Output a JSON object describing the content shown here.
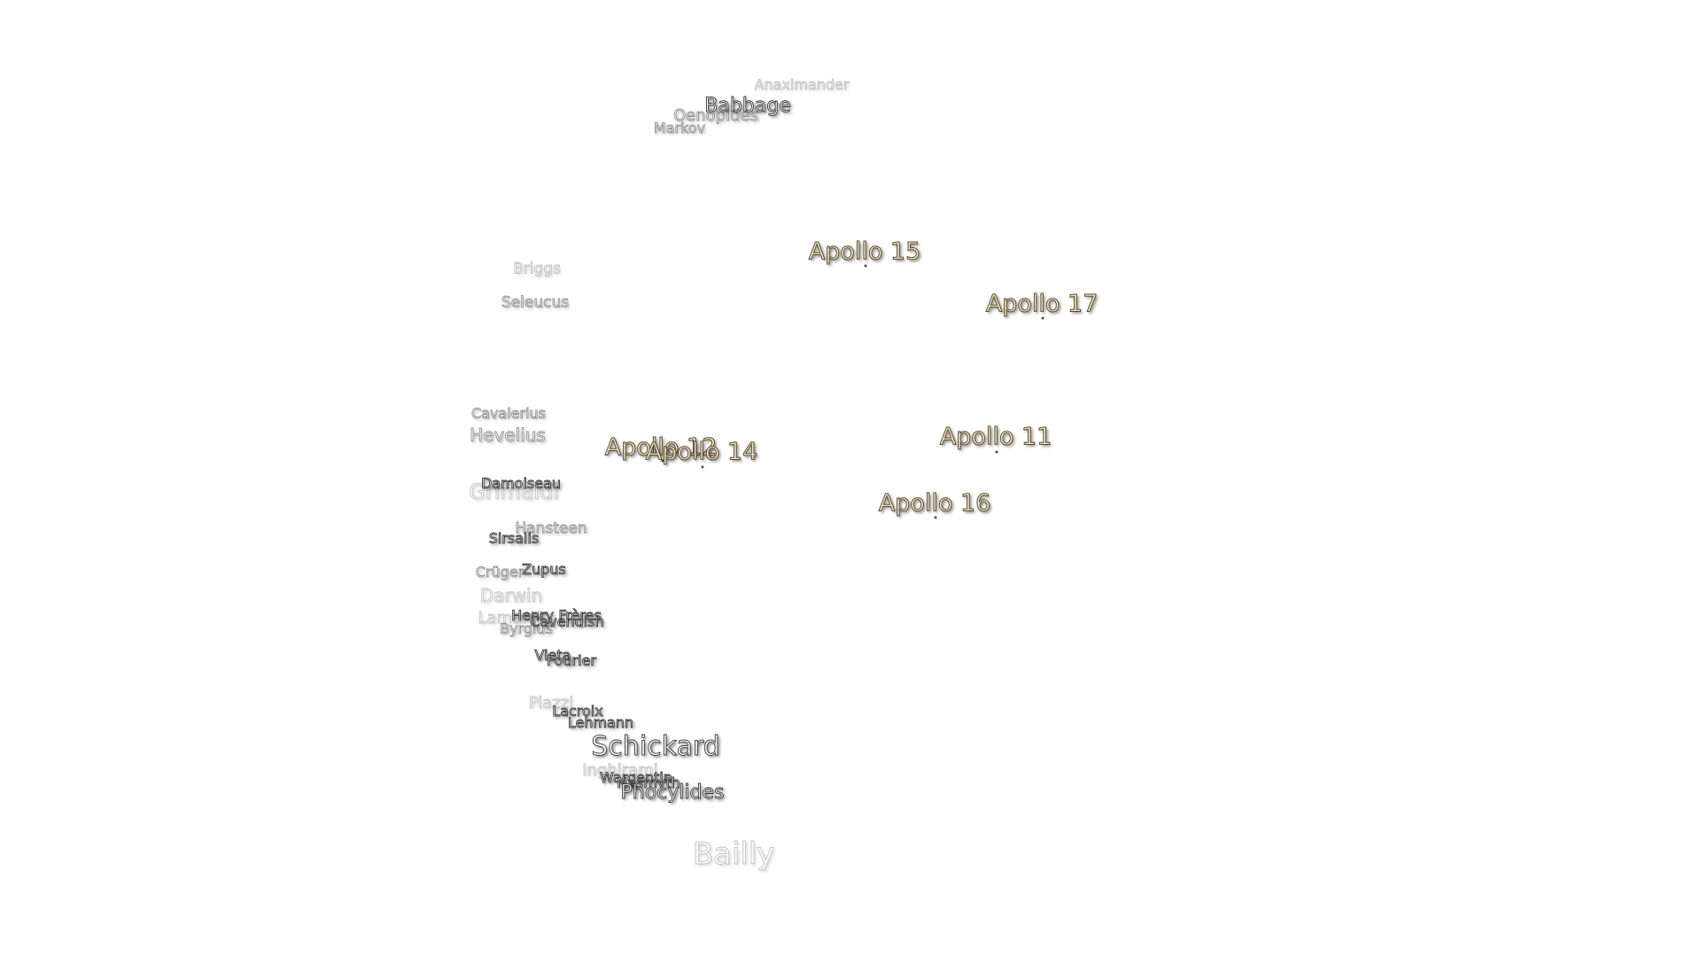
{
  "apollo_sites": [
    "Apollo 15",
    "Apollo 17",
    "Apollo 11",
    "Apollo 16",
    "Apollo 12",
    "Apollo 14"
  ],
  "craters": [
    "Anaximander",
    "Babbage",
    "Oenopides",
    "Markov",
    "Briggs",
    "Seleucus",
    "Cavalerius",
    "Hevelius",
    "Grimaldi",
    "Damoiseau",
    "Hansteen",
    "Sirsalis",
    "Crüger",
    "Zupus",
    "Darwin",
    "Henry Frères",
    "Cavendish",
    "Lamarck",
    "Byrgius",
    "Vieta",
    "Fourier",
    "Piazzi",
    "Lacroix",
    "Lehmann",
    "Schickard",
    "Inghirami",
    "Wargentin",
    "Nasmyth",
    "Phocylides",
    "Bailly"
  ],
  "colors": {
    "background": "#ffffff",
    "crater_fill": "#f4f4f4",
    "crater_outline": "#3a3a3a",
    "apollo_fill": "#f3e9cf",
    "apollo_outline": "#5a4a2a"
  }
}
